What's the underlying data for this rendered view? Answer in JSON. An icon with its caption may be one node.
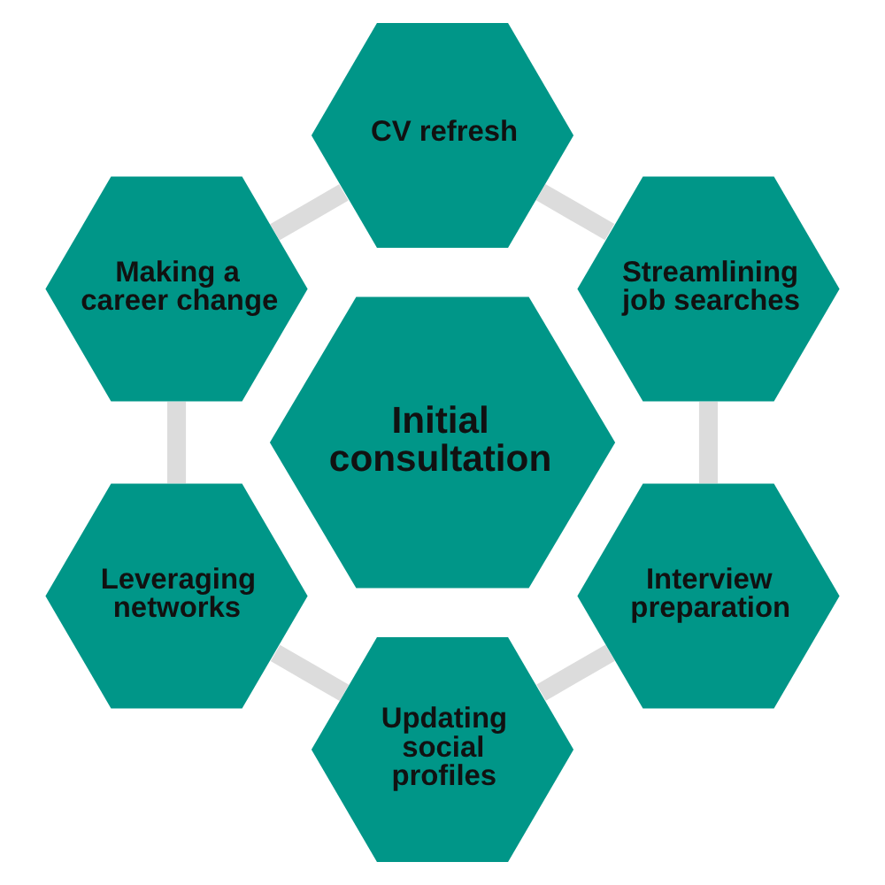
{
  "diagram": {
    "nodes": [
      {
        "text": [
          "CV refresh"
        ]
      },
      {
        "text": [
          "Making a career change"
        ]
      },
      {
        "text": [
          "Streamlining job searches"
        ]
      },
      {
        "text": [
          "Initial consultation"
        ]
      },
      {
        "text": [
          "Leveraging networks"
        ]
      },
      {
        "text": [
          "Interview preparation"
        ]
      },
      {
        "text": [
          "Updating social profiles"
        ]
      }
    ],
    "edges": [
      {
        "from": 0,
        "to": 2,
        "arrow": "none"
      },
      {
        "from": 2,
        "to": 5,
        "arrow": "none"
      },
      {
        "from": 5,
        "to": 6,
        "arrow": "none"
      },
      {
        "from": 6,
        "to": 4,
        "arrow": "none"
      },
      {
        "from": 4,
        "to": 1,
        "arrow": "none"
      },
      {
        "from": 1,
        "to": 0,
        "arrow": "none"
      }
    ]
  }
}
